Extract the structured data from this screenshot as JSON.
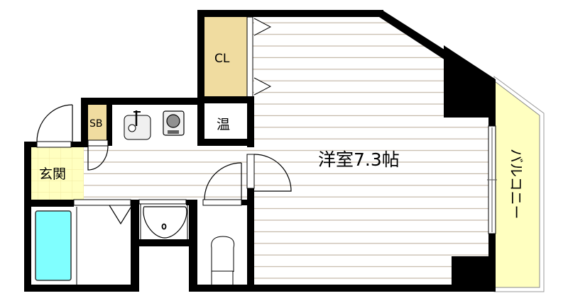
{
  "floorplan": {
    "rooms": {
      "western_room": {
        "label": "洋室7.3帖",
        "name_ja": "洋室",
        "size_jo": 7.3
      },
      "closet": {
        "label": "CL"
      },
      "shoe_box": {
        "label": "SB"
      },
      "water_heater": {
        "label": "温"
      },
      "entrance": {
        "label": "玄関"
      },
      "balcony": {
        "label": "バルコニー"
      },
      "kitchen": {
        "label": ""
      },
      "bathroom": {
        "label": ""
      },
      "washroom": {
        "label": ""
      },
      "toilet": {
        "label": ""
      }
    },
    "colors": {
      "wall": "#000000",
      "floor_line": "#c4b8a8",
      "closet_fill": "#f0dca0",
      "entrance_fill": "#ffffc0",
      "balcony_fill": "#ffffc0",
      "bathtub_fill": "#80ffff",
      "sink_fill": "#f0f0f0"
    }
  }
}
